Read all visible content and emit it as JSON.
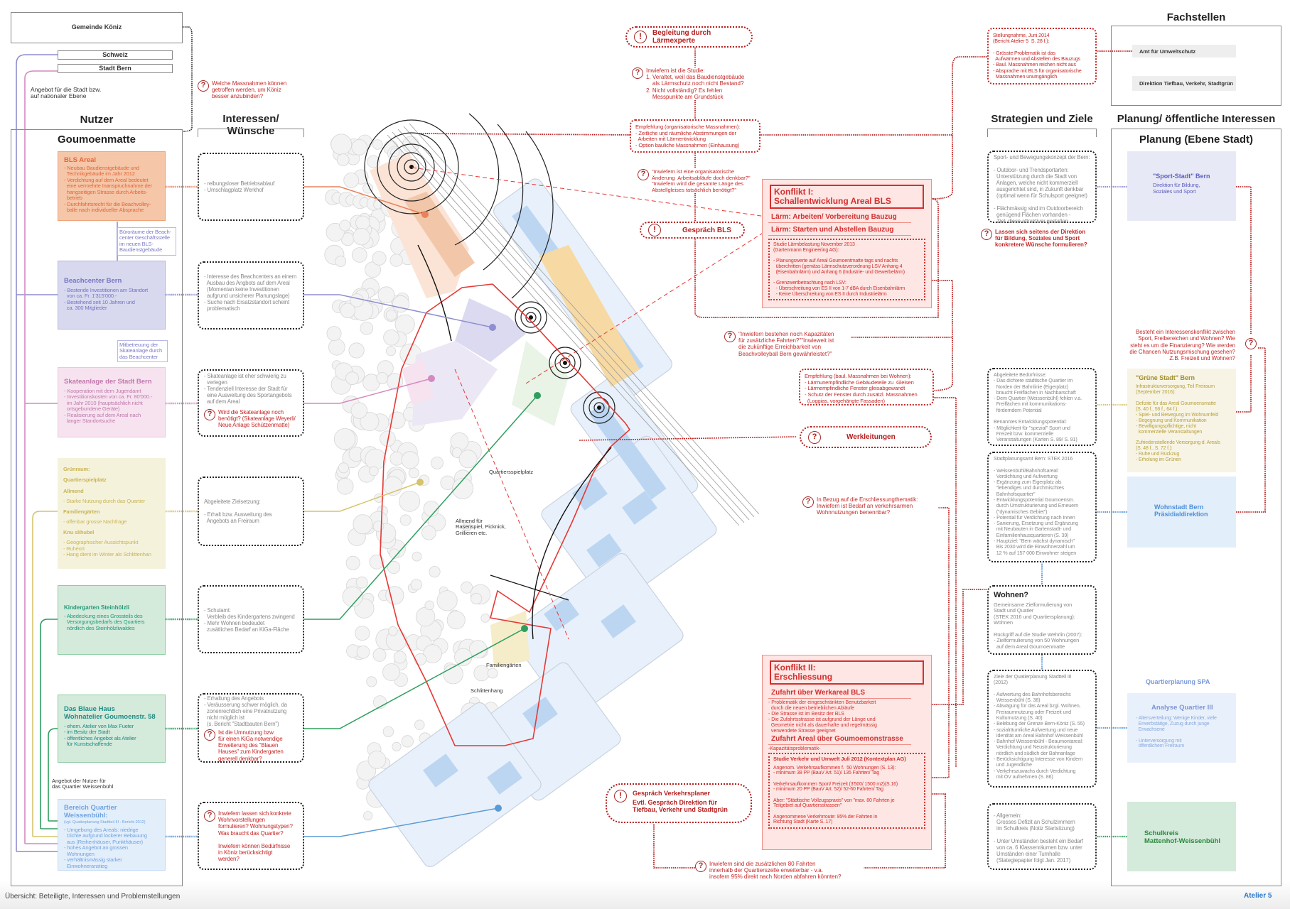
{
  "left": {
    "gemeinde": "Gemeinde Köniz",
    "schweiz": "Schweiz",
    "stadt_bern": "Stadt Bern",
    "angebot_note": "Angebot für die Stadt bzw.\nauf nationaler Ebene",
    "question_koeniz": "Welche Massnahmen können\ngetroffen werden, um Köniz\nbesser anzubinden?",
    "nutzer_heading": "Nutzer",
    "goumoenmatte_title": "Goumoenmatte",
    "bls": {
      "title": "BLS Areal",
      "text": "- Neubau Baudienstgebäude und\n  Technikgebäude im Jahr 2012\n- Verdichtung auf dem Areal bedeutet\n  eine vermehrte Inanspruchnahme der\n  hangseitigen Strasse durch Arbeits-\n  betrieb\n- Durchfahrtsrecht für die Beachvolley-\n  balle nach individueller Absprache"
    },
    "bueroraeume": "Büroräume der Beach-\ncenter Geschäftsstelle\nim neuen BLS-\nBaudienstgebäude",
    "beach": {
      "title": "Beachcenter Bern",
      "text": "- Bestende Investitionen am Standort\n  von ca. Fr. 1'315'000.-\n- Bestehend seit 10 Jahren und\n  ca. 300 Mitglieder"
    },
    "mitbetreuung": "Mitbetreuung der\nSkateanlage durch\ndas Beachcenter",
    "skate": {
      "title": "Skateanlage der Stadt Bern",
      "text": "- Kooperation mit dem Jugendamt\n- Investitionskosten von ca. Fr. 80'000.-\n  im Jahr 2010 (hauptsächlich nicht\n  ortsgebundene Geräte)\n- Realisierung auf dem Areal nach\n  langer Standortsuche"
    },
    "gruen": {
      "title": "Grünraum:",
      "s1": "Quartierspielplatz",
      "s2": "Allmend",
      "t2": "- Starke Nutzung durch das Quartier",
      "s3": "Familiengärten",
      "t3": "- offenbar grosse Nachfrage",
      "s4": "Knu slihubel",
      "t4": "- Geographischer Aussichtspunkt\n- Ruheort\n- Hang dient im Winter als Schlittenhan"
    },
    "kiga": {
      "title": "Kindergarten Steinhölzli",
      "text": "- Abedeckung eines Grossteils des\n  Versorgungsbedarfs des Quartiers\n  nördlich des Steinhölzliwaldes"
    },
    "blau": {
      "title": "Das Blaue Haus\nWohnatelier Goumoenstr. 58",
      "text": "- ehem. Atelier von Max Fueter\n- im Besitz der Stadt\n- öffentliches Angebot als Atelier\n  für Kunstschaffende"
    },
    "angebot_quartier": "Angebot der Nutzer für\ndas Quartier Weissenbühl",
    "bereich": {
      "title": "Bereich Quartier Weissenbühl:",
      "ref": "(vgl. Quatierplanung Stadtteil III - Bericht 2012)",
      "text": "- Umgebung des Areals: niedrige\n  Dichte aufgrund lockerer Bebauung\n  aus (Reihenhäuser, Punkthäuser)\n- hohes Angebot an grossen\n  Wohnungen\n- verhältnismässig starker\n  Einwohneranstieg"
    }
  },
  "interessen": {
    "heading": "Interessen/ Wünsche",
    "boxes": [
      {
        "text": "- reibungsloser Betriebsablauf\n- Umschlagplatz Werkhof"
      },
      {
        "text": "- Interesse des Beachcenters an einem\n  Ausbau des Angbots auf dem Areal\n  (Momentan keine Investitionen\n  aufgrund unsicherer Planungslage)\n- Suche nach Ersatzstandort scheint\n  problematisch"
      },
      {
        "text": "- Skateanlage ist eher schwierig zu\n  verlegen\n- Tendenziell Interesse der Stadt für\n  eine Ausweitung des Sportangebots\n  auf dem Areal",
        "question": "Wird die Skateanlage noch\nbenötigt? (Skateanlage Weyerli/\nNeue Anlage Schützenmatte)"
      },
      {
        "text": "Abgeleitete Zielsetzung:\n\n- Erhalt bzw. Ausweitung des\n  Angebots an Freiraum"
      },
      {
        "text": "- Schulamt:\n  Verbleib des Kindergartens zwingend\n- Mehr Wohnen bedeudet\n  zusätlichen Bedarf an KiGa-Fläche"
      },
      {
        "text": "- Erhaltung des Angebots\n- Veräusserung schwer möglich, da\n  zonenrechtlich eine Privatnutzung\n  nicht möglich ist\n  (s. Bericht \"Stadtbauten Bern\")",
        "question": "Ist die Umnutzung bzw.\nfür einen KiGa notwendige\nErweiterung des \"Blauen\nHauses\" zum Kindergarten\ngenerell denkbar?"
      },
      {
        "text": "",
        "question": "Inwiefern lassen sich konkrete\nWohnvorstellungen\nformulieren? Wohnungstypen?\nWas braucht das Quartier?\n\nInwiefern können Bedürfnisse\nin Köniz berücksichtigt\nwerden?"
      }
    ]
  },
  "map": {
    "labels": {
      "spielplatz": "Quartiersspielplatz",
      "allmend": "Allmend für\nRasenspiel, Picknick,\nGrillieren etc.",
      "familiengaerten": "Familiengärten",
      "schlittenhang": "Schlittenhang"
    }
  },
  "center": {
    "laermexperte": "Begleitung durch Lärmexperte",
    "studie_q": "Inwiefern ist die Studie:\n1. Veraltet, weil das Baudienstgebäude\n    als Lärmschutz noch nicht Bestand?\n2. Nicht vollständig? Es fehlen\n    Messpunkte am Grundstück",
    "empf_org": "Empfehlung (organisatorische Massnahmen):\n- Zeitliche und räumliche Abstimmungen der\n  Arbeiten mit Lärmentwicklung\n- Option bauliche Massnahmen (Einhausung)",
    "org_q": "\"Inwiefern ist eine organisatorische\nÄnderung  Arbeitsabläufe doch denkbar?\"\n\"Inwiefern wird die gesamte Länge des\nAbstellgleises tatsächlich benötigt?\"",
    "gespraech_bls": "Gespräch BLS",
    "konflikt1": {
      "title": "Konflikt I:\nSchallentwicklung Areal BLS",
      "sub1": "Lärm: Arbeiten/ Vorbereitung Bauzug",
      "sub2": "Lärm: Starten und Abstellen Bauzug",
      "studie": "Studie Lärmbelastung November 2013\n(Gartenmann Engineering AG):\n\n- Planungswerte auf Areal Goumoentmatte tags und nachts\n  überchritten (gemäss Lärmschutzverordnung LSV Anhang 4\n  (Eisenbahnlärm) und Anhang 6 (Industrie- und Gewerbelärm)\n\n- Grenzwertbetrachtung nach LSV:\n  - Überschreitung von ES II von 1-7 dBA durch Eisenbahnlärm\n  - Keine Überschreitung von ES II durch Industrielärm"
    },
    "stellungnahme": "Stellungnahme, Juni 2014\n(Bericht Atelier 5  S. 28 f.):\n\n- Grösste Problematik ist das\n  Aufwärmen und Abstellen des Bauzugs\n- Baul. Massnahmen reichen nicht aus\n- Absprache mit BLS für organisatorische\n  Massnahmen unumgänglich",
    "kapazitaet_q": "\"Inwiefern bestehen noch Kapazitäten\nfür zusätzliche Fahrten?\"\"Inwieweit ist\ndie zukünftige Erreichbarkeit von\nBeachvolleyball Bern gewährleistet?\"",
    "empf_baul": "Empfehlung (baul. Massnahmen bei Wohnen):\n- Lärmunempfindliche Gebäudeteile zu  Gleisen\n- Lärmempfindliche Fenster gleisabgewandt\n- Schutz der Fenster durch zusätzl. Massnahmen\n  (Loggias, vorgehängte Fassaden)",
    "werkleitungen": "Werkleitungen",
    "erschliessung_q": "In Bezug auf die Erschliessungthematik:\nInwiefern ist Bedarf an verkehrsarmen\nWohnnutzungen benennbar?",
    "konflikt2": {
      "title": "Konflikt II:\nErschliessung",
      "sub1": "Zufahrt über Werkareal BLS",
      "text1": "- Problematik der eingeschränkten Benutzbarkeit\n  durch die neuen betrieblichen Abläufe\n- Die Strasse ist im Besitz der BLS\n- Die Zufahrtsstrasse ist aufgrund der Länge und\n  Geometrie nicht als dauerhafte und regelmässig\n  verwendete Strasse geeignet",
      "sub2": "Zufahrt Areal über Goumoemonstrasse",
      "kap": "-Kapazitätsproblematik-",
      "studie_title": "Studie Verkehr und Umwelt Juli 2012 (Kontextplan AG)",
      "studie": "Angenom. Verkehrsaufkommen f.  50 Wohnungen (S. 13):\n- minimum 38 PP (BauV Art. 51)/ 135 Fahrten/ Tag\n\nVerkehrsaufkommen Sport/ Freizeit (3'500/ 1500 m2)(S.16)\n- minimum 20 PP (BauV Art. 52)/ 52-60 Fahrten/ Tag\n\nAber: \"Städtische Vollzugspraxis\" von \"max. 80 Fahrten je\nTeilgebiet auf Quartiersstrassen\"\n\nAngenommene Verkehrroute: 95% der Fahrten in\nRichtung Stadt (Karte S. 17)"
    },
    "verkehrsplaner": "Gespräch Verkehrsplaner",
    "verkehrsplaner2": "Evtl. Gespräch Direktion für\nTiefbau, Verkehr und Stadtgrün",
    "fahrten_q": "Inwiefern sind die zusätzlichen 80 Fahrten\ninnerhalb der Quartierszelle erweiterbar - v.a.\ninsofern 95% direkt nach Norden abfahren könnten?"
  },
  "strategien": {
    "heading": "Strategien und Ziele",
    "sport": "Sport- und Bewegungskonzept der Bern:\n\n- Outdoor- und Trendsportarten:\n  Unterstützung durch die Stadt von\n  Anlagen, welche nicht kommerziell\n  ausgerichtet sind, in Zukunft denkbar\n  (optimal wenn für Schulsport geeignet)\n\n- Flächmässig sind im Outdoorbereich\n  genügend Flächen vorhanden -\n  Ziel: diese attraktiver gestalten",
    "sport_q": "Lassen sich seitens der Direktion\nfür Bildung, Soziales und Sport\nkonkretere Wünsche formulieren?",
    "beduerfnisse": "Abgeleitete Bedürfnisse:\n- Das dichtere städtische Quartier im\n  Norden der Bahnlinie (Eigerplatz)\n  braucht Freiflächen in Nachbarschaft\n- Dem Quartier (Weissenbühl) fehlen v.a.\n  Freiflächen mit kommunikations-\n  förderndem Potential\n\nBenanntes Entwicklungspotential:\n- Möglichkeit für \"spezial\" Sport und\n  Freizeit bzw. kommerzielle\n  Veranstaltungen (Karten S. 89/ S. 91)",
    "stek": "Stadtplanungsamt Bern: STEK 2016\n\n- Weissenbühl/Bahnhofsareal:\n  Verdichtung und Aufwertung\n- Ergänzung zum Eigerplatz als\n  \"lebendiges und durchmischtes\n  Bahnhofsquartier\"\n- Entwicklungspotential Goumoensm.\n  durch Umstrukturierung und Erneuern\n  (\"dynamisches Gebiet\")\n- Potential für Verdichtung nach Innen\n- Sanierung, Ersetzung und Ergänzung\n  mit Neubauten in Gartenstadt- und\n  Einfamilienhausquartieren (S. 39)\n- Hauptziel: \"Bern wächst dynamisch\"\n  Bis 2030 wird die Einwohnerzahl um\n  12 % auf 157 000 Einwohner steigen",
    "wohnen_title": "Wohnen?",
    "wohnen": "Gemeinsame Zielformulierung von\nStadt und Quatier\n(STEK 2016 und Quartiersplanung):\nWohnen\n\nRückgriff auf die Studie Wehrlin (2007):\n- Zielformulierung von 50 Wohnungen\n  auf dem Areal Goumoenmatte",
    "ziele": "Ziele der Quatierplanung Stadtteil III\n(2012)\n\n- Aufwertung des Bahnhofsbereichs\n  Weissenbühl (S. 38)\n- Abwägung für das Areal bzgl. Wohnen,\n  Freiraumnutzung oder Freizeit und\n  Kulturnutzung (S. 40)\n- Belebung der Grenze Bern-Köniz (S. 55)\n- sozialräumliche Aufwertung und neue\n  Identität am Areal Bahnhof Weissenbühl\n- Bahnhof Weissenbühl - Beaumontareal:\n  Verdichtung und Neustrukturierung\n  nördlich und südlich der Bahnanlage\n- Berücksichtigung Interesse von Kindern\n  und Jugendliche\n- Verkehrszuwachs durch Verdichtung\n  mit ÖV aufnehmen (S. 86)",
    "allgemein": "- Allgemein:\n  Grosses Defizit an Schulzimmern\n  im Schulkreis (Notiz Startsitzung)\n\n- Unter Umständen besteht ein Bedarf\n  von ca. 6 Klassenräumen bzw. unter\n  Umständen einer Turnhalle\n  (Stategiepapier folgt Jan. 2017)"
  },
  "right": {
    "fachstellen_heading": "Fachstellen",
    "amt": "Amt für Umweltschutz",
    "direktion": "Direktion Tiefbau, Verkehr, Stadtgrün",
    "planung_heading": "Planung/ öffentliche Interessen",
    "planung_title": "Planung (Ebene Stadt)",
    "sport_stadt": {
      "title": "\"Sport-Stadt\" Bern",
      "text": "Direktion für Bildung,\nSoziales und Sport"
    },
    "konflikt_q": "Besteht ein Interessenskonflikt zwischen\nSport, Freibereichen und Wohnen? Wie\nsteht es um die Finanzierung? Wie werden\ndie Chancen Nutzungsmischung gesehen?\nZ.B. Freizeit und Wohnen?",
    "gruene_stadt": {
      "title": "\"Grüne Stadt\" Bern",
      "text": "Infrastrukturversorgung, Teil Freiraum\n(September 2016):\n\nDefizite für das Areal Goumoensmatte\n(S. 40 f., 56 f., 64 f.):\n- Spiel- und Bewegung im Wohnumfeld\n- Begegnung und Kommunikation\n- Bewilligungspflichtige, nicht\n  kommerzielle Veranstaltungen\n\nZufriedenstellende Versorgung d. Areals\n(S. 48 f., S. 72 f.):\n- Ruhe und Rückzug\n- Erholung im Grünen"
    },
    "wohnstadt": "Wohnstadt Bern\nPräsidialdirektion",
    "spa": "Quartierplanung SPA",
    "analyse": {
      "title": "Analyse Quartier III",
      "text": "- Altersverteilung: Wenige Kinder, viele\n  Erwerbstätige, Zuzug durch junge\n  Erwachsene\n\n- Unterversorgung mit\n  öffentlichem Freiraum"
    },
    "schulkreis": "Schulkreis\nMattenhof-Weissenbühl"
  },
  "footer": {
    "caption": "Übersicht: Beteiligte, Interessen und Problemstellungen",
    "brand": "Atelier 5"
  },
  "colors": {
    "bls": "#e8825a",
    "beach": "#8e8ed0",
    "skate": "#d48ac0",
    "gruen": "#d6c36a",
    "kiga": "#2e9e5e",
    "blue": "#5b9bd5",
    "red": "#c62828"
  }
}
